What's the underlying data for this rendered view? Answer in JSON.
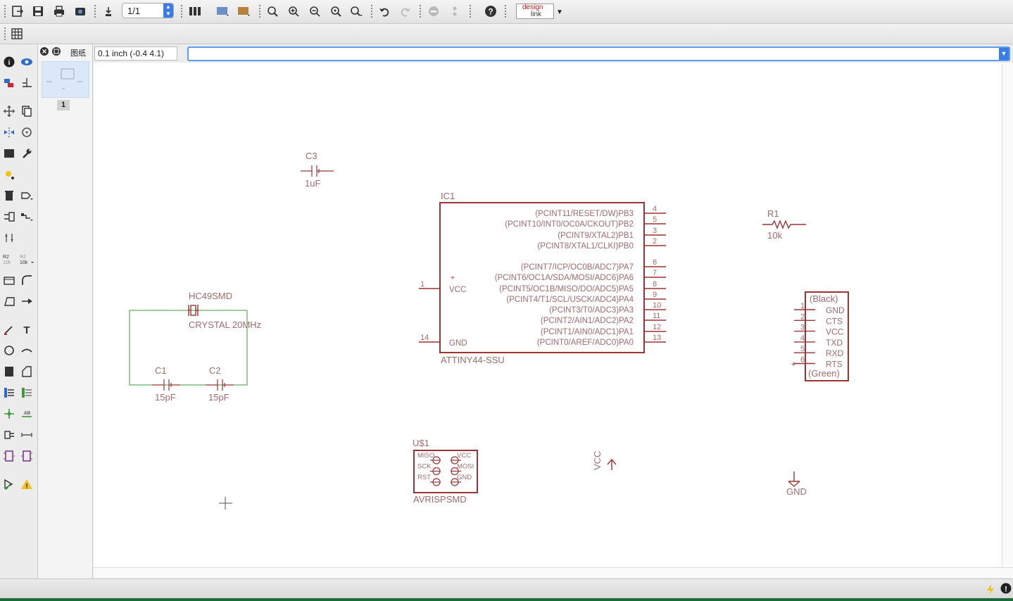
{
  "toolbar": {
    "page_value": "1/1",
    "design_link_top": "design",
    "design_link_bottom": "link"
  },
  "sheets_panel": {
    "title": "图纸",
    "sheet_number": "1"
  },
  "command_bar": {
    "coordinates": "0.1 inch (-0.4 4.1)",
    "command_value": ""
  },
  "schematic": {
    "c3": {
      "name": "C3",
      "value": "1uF"
    },
    "ic1": {
      "name": "IC1",
      "value": "ATTINY44-SSU",
      "left_pins": [
        {
          "num": "1",
          "label": "VCC"
        },
        {
          "num": "14",
          "label": "GND"
        }
      ],
      "right_pins": [
        {
          "num": "4",
          "label": "(PCINT11/RESET/DW)PB3"
        },
        {
          "num": "5",
          "label": "(PCINT10/INT0/OC0A/CKOUT)PB2"
        },
        {
          "num": "3",
          "label": "(PCINT9/XTAL2)PB1"
        },
        {
          "num": "2",
          "label": "(PCINT8/XTAL1/CLKI)PB0"
        },
        {
          "num": "6",
          "label": "(PCINT7/ICP/OC0B/ADC7)PA7"
        },
        {
          "num": "7",
          "label": "(PCINT6/OC1A/SDA/MOSI/ADC6)PA6"
        },
        {
          "num": "8",
          "label": "(PCINT5/OC1B/MISO/DO/ADC5)PA5"
        },
        {
          "num": "9",
          "label": "(PCINT4/T1/SCL/USCK/ADC4)PA4"
        },
        {
          "num": "10",
          "label": "(PCINT3/T0/ADC3)PA3"
        },
        {
          "num": "11",
          "label": "(PCINT2/AIN1/ADC2)PA2"
        },
        {
          "num": "12",
          "label": "(PCINT1/AIN0/ADC1)PA1"
        },
        {
          "num": "13",
          "label": "(PCINT0/AREF/ADC0)PA0"
        }
      ]
    },
    "r1": {
      "name": "R1",
      "value": "10k"
    },
    "crystal": {
      "name": "HC49SMD",
      "value": "CRYSTAL 20MHz"
    },
    "c1": {
      "name": "C1",
      "value": "15pF"
    },
    "c2": {
      "name": "C2",
      "value": "15pF"
    },
    "ftdi": {
      "top_label": "(Black)",
      "bottom_label": "(Green)",
      "pins": [
        {
          "num": "1",
          "label": "GND"
        },
        {
          "num": "2",
          "label": "CTS"
        },
        {
          "num": "3",
          "label": "VCC"
        },
        {
          "num": "4",
          "label": "TXD"
        },
        {
          "num": "5",
          "label": "RXD"
        },
        {
          "num": "6",
          "label": "RTS"
        }
      ]
    },
    "isp": {
      "name": "U$1",
      "value": "AVRISPSMD",
      "left_labels": [
        "MISO",
        "SCK",
        "RST"
      ],
      "right_labels": [
        "VCC",
        "MOSI",
        "GND"
      ]
    },
    "vcc_supply": {
      "label": "VCC"
    },
    "gnd_supply": {
      "label": "GND"
    }
  },
  "colors": {
    "schematic_red": "#9b3434",
    "frame_green": "#3c9a3c",
    "canvas": "#ffffff",
    "accent_blue": "#3b7de6"
  }
}
